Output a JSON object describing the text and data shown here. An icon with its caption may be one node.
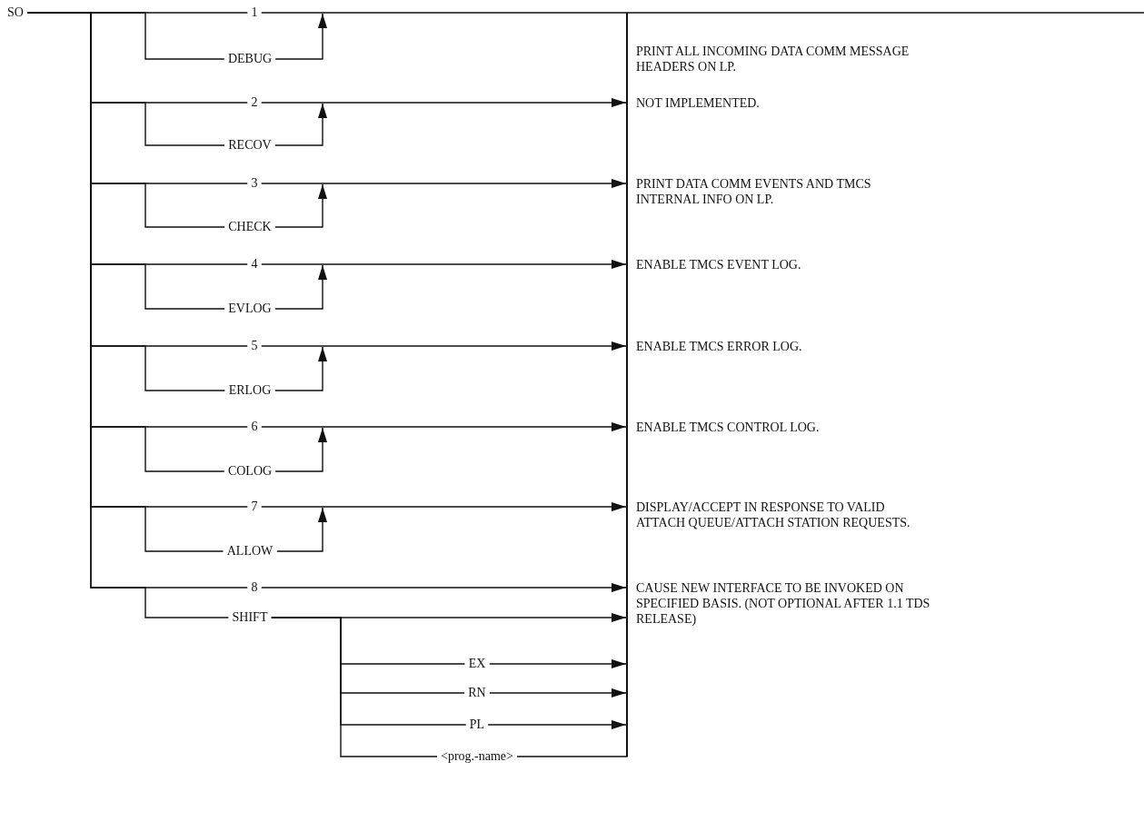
{
  "diagram": {
    "nodes": [
      {
        "text": [
          "SO"
        ]
      },
      {
        "text": [
          "1"
        ]
      },
      {
        "text": [
          "DEBUG"
        ]
      },
      {
        "text": [
          "2"
        ]
      },
      {
        "text": [
          "RECOV"
        ]
      },
      {
        "text": [
          "3"
        ]
      },
      {
        "text": [
          "CHECK"
        ]
      },
      {
        "text": [
          "4"
        ]
      },
      {
        "text": [
          "EVLOG"
        ]
      },
      {
        "text": [
          "5"
        ]
      },
      {
        "text": [
          "ERLOG"
        ]
      },
      {
        "text": [
          "6"
        ]
      },
      {
        "text": [
          "COLOG"
        ]
      },
      {
        "text": [
          "7"
        ]
      },
      {
        "text": [
          "ALLOW"
        ]
      },
      {
        "text": [
          "8"
        ]
      },
      {
        "text": [
          "SHIFT"
        ]
      },
      {
        "text": [
          "EX"
        ]
      },
      {
        "text": [
          "RN"
        ]
      },
      {
        "text": [
          "PL"
        ]
      },
      {
        "text": [
          "<prog.-name>"
        ]
      },
      {
        "text": [],
        "shape": "bar"
      }
    ],
    "edges": [
      {
        "from": 0,
        "to": 1,
        "arrow": "none"
      },
      {
        "from": 0,
        "to": 2,
        "arrow": "none"
      },
      {
        "from": 2,
        "to": null,
        "arrow": "to"
      },
      {
        "from": 1,
        "to": null,
        "arrow": "none"
      },
      {
        "from": 0,
        "to": 3,
        "arrow": "none"
      },
      {
        "from": 0,
        "to": 4,
        "arrow": "none"
      },
      {
        "from": 4,
        "to": null,
        "arrow": "to"
      },
      {
        "from": 3,
        "to": 21,
        "arrow": "to"
      },
      {
        "from": 0,
        "to": 5,
        "arrow": "none"
      },
      {
        "from": 0,
        "to": 6,
        "arrow": "none"
      },
      {
        "from": 6,
        "to": null,
        "arrow": "to"
      },
      {
        "from": 5,
        "to": 21,
        "arrow": "to"
      },
      {
        "from": 0,
        "to": 7,
        "arrow": "none"
      },
      {
        "from": 0,
        "to": 8,
        "arrow": "none"
      },
      {
        "from": 8,
        "to": null,
        "arrow": "to"
      },
      {
        "from": 7,
        "to": 21,
        "arrow": "to"
      },
      {
        "from": 0,
        "to": 9,
        "arrow": "none"
      },
      {
        "from": 0,
        "to": 10,
        "arrow": "none"
      },
      {
        "from": 10,
        "to": null,
        "arrow": "to"
      },
      {
        "from": 9,
        "to": 21,
        "arrow": "to"
      },
      {
        "from": 0,
        "to": 11,
        "arrow": "none"
      },
      {
        "from": 0,
        "to": 12,
        "arrow": "none"
      },
      {
        "from": 12,
        "to": null,
        "arrow": "to"
      },
      {
        "from": 11,
        "to": 21,
        "arrow": "to"
      },
      {
        "from": 0,
        "to": 13,
        "arrow": "none"
      },
      {
        "from": 0,
        "to": 14,
        "arrow": "none"
      },
      {
        "from": 14,
        "to": null,
        "arrow": "to"
      },
      {
        "from": 13,
        "to": 21,
        "arrow": "to"
      },
      {
        "from": 0,
        "to": 15,
        "arrow": "none"
      },
      {
        "from": 0,
        "to": 16,
        "arrow": "none"
      },
      {
        "from": 15,
        "to": 21,
        "arrow": "to"
      },
      {
        "from": 16,
        "to": 21,
        "arrow": "to"
      },
      {
        "from": 16,
        "to": 17,
        "arrow": "none"
      },
      {
        "from": 16,
        "to": 18,
        "arrow": "none"
      },
      {
        "from": 16,
        "to": 19,
        "arrow": "none"
      },
      {
        "from": 16,
        "to": 20,
        "arrow": "none"
      },
      {
        "from": 17,
        "to": 21,
        "arrow": "to"
      },
      {
        "from": 18,
        "to": 21,
        "arrow": "to"
      },
      {
        "from": 19,
        "to": 21,
        "arrow": "to"
      },
      {
        "from": 20,
        "to": 21,
        "arrow": "none"
      }
    ],
    "labels": [
      "PRINT ALL INCOMING DATA COMM MESSAGE HEADERS ON LP.",
      "NOT IMPLEMENTED.",
      "PRINT DATA COMM EVENTS AND TMCS INTERNAL INFO ON LP.",
      "ENABLE TMCS EVENT LOG.",
      "ENABLE TMCS ERROR LOG.",
      "ENABLE TMCS CONTROL LOG.",
      "DISPLAY/ACCEPT IN RESPONSE TO VALID ATTACH QUEUE/ATTACH STATION REQUESTS.",
      "CAUSE NEW INTERFACE TO BE INVOKED ON SPECIFIED BASIS. (NOT OPTIONAL AFTER 1.1 TDS RELEASE)"
    ]
  }
}
